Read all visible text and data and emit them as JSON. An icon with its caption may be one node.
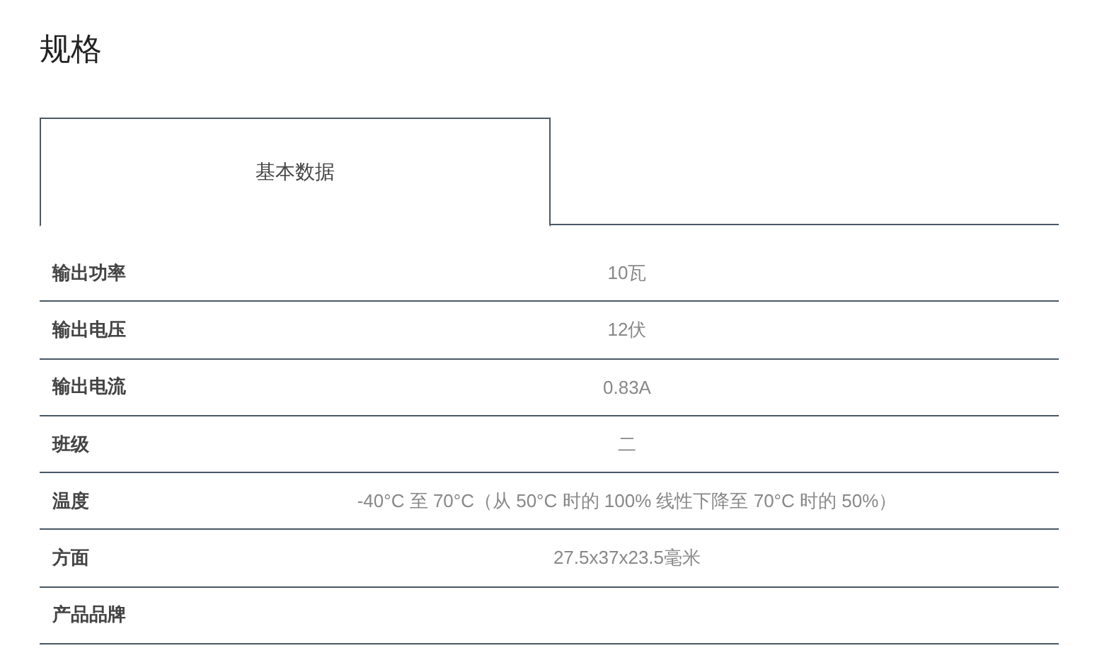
{
  "diagram": {
    "title": "规格",
    "nodes": [
      {
        "text": [
          "基本数据"
        ]
      }
    ],
    "labels": [
      "输出功率",
      "10瓦",
      "输出电压",
      "12伏",
      "输出电流",
      "0.83A",
      "班级",
      "二",
      "温度",
      "-40°C 至 70°C（从 50°C 时的 100% 线性下降至 70°C 时的 50%）",
      "方面",
      "27.5x37x23.5毫米",
      "产品品牌"
    ]
  }
}
